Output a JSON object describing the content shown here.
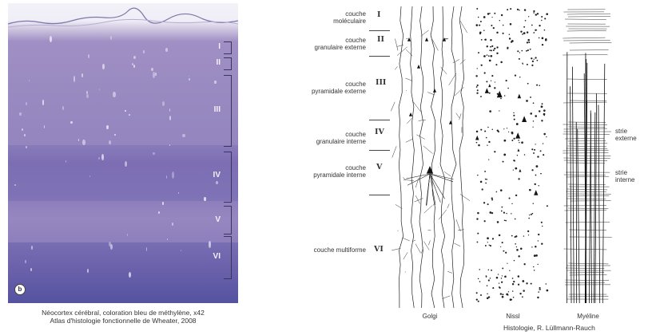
{
  "photo": {
    "panel_letter": "b",
    "layer_markers": [
      "I",
      "II",
      "III",
      "IV",
      "V",
      "VI"
    ],
    "caption_line1": "Néocortex cérébral, coloration bleu de méthylène, x42",
    "caption_line2": "Atlas d'histologie fonctionnelle de Wheater, 2008",
    "colors": {
      "tissue": "#9485bf",
      "deep": "#5d5aa2",
      "pia": "#efedf6"
    }
  },
  "diagram": {
    "layers": [
      {
        "roman": "I",
        "name_line1": "couche",
        "name_line2": "moléculaire"
      },
      {
        "roman": "II",
        "name_line1": "couche",
        "name_line2": "granulaire externe"
      },
      {
        "roman": "III",
        "name_line1": "couche",
        "name_line2": "pyramidale externe"
      },
      {
        "roman": "IV",
        "name_line1": "couche",
        "name_line2": "granulaire interne"
      },
      {
        "roman": "V",
        "name_line1": "couche",
        "name_line2": "pyramidale interne"
      },
      {
        "roman": "VI",
        "name_line1": "couche multiforme",
        "name_line2": ""
      }
    ],
    "columns": [
      "Golgi",
      "Nissl",
      "Myéline"
    ],
    "striae": [
      {
        "line1": "strie",
        "line2": "externe"
      },
      {
        "line1": "strie",
        "line2": "interne"
      }
    ],
    "credit": "Histologie, R. Lüllmann-Rauch"
  }
}
